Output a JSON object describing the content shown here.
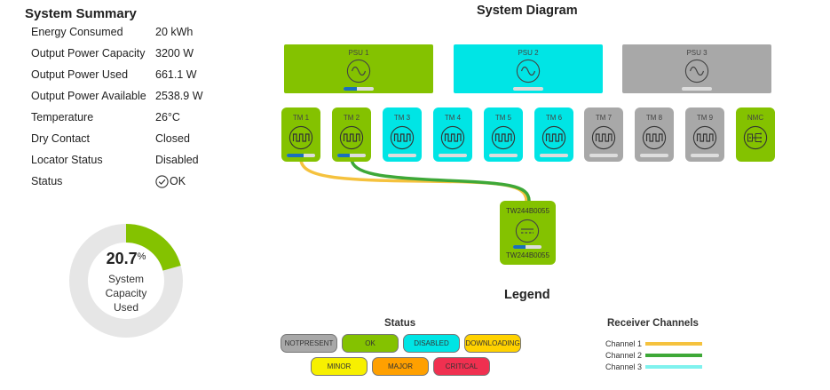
{
  "summary": {
    "title": "System Summary",
    "rows": [
      {
        "label": "Energy Consumed",
        "value": "20 kWh"
      },
      {
        "label": "Output Power Capacity",
        "value": "3200 W"
      },
      {
        "label": "Output Power Used",
        "value": "661.1 W"
      },
      {
        "label": "Output Power Available",
        "value": "2538.9 W"
      },
      {
        "label": "Temperature",
        "value": "26°C"
      },
      {
        "label": "Dry Contact",
        "value": "Closed"
      },
      {
        "label": "Locator Status",
        "value": "Disabled"
      },
      {
        "label": "Status",
        "value": "OK",
        "icon": "check-circle-icon"
      }
    ]
  },
  "capacity": {
    "value": "20.7",
    "unit": "%",
    "fraction": 0.207,
    "label_lines": [
      "System",
      "Capacity",
      "Used"
    ]
  },
  "diagram": {
    "title": "System Diagram",
    "psus": [
      {
        "label": "PSU 1",
        "status": "OK",
        "icon": "ac-sine-wave-icon",
        "load_fraction": 0.45
      },
      {
        "label": "PSU 2",
        "status": "DISABLED",
        "icon": "ac-sine-wave-icon",
        "load_fraction": 0
      },
      {
        "label": "PSU 3",
        "status": "NOTPRESENT",
        "icon": "ac-sine-wave-icon",
        "load_fraction": 0
      }
    ],
    "modules": [
      {
        "label": "TM 1",
        "status": "OK",
        "icon": "square-wave-icon",
        "load_fraction": 0.6
      },
      {
        "label": "TM 2",
        "status": "OK",
        "icon": "square-wave-icon",
        "load_fraction": 0.45
      },
      {
        "label": "TM 3",
        "status": "DISABLED",
        "icon": "square-wave-icon",
        "load_fraction": 0
      },
      {
        "label": "TM 4",
        "status": "DISABLED",
        "icon": "square-wave-icon",
        "load_fraction": 0
      },
      {
        "label": "TM 5",
        "status": "DISABLED",
        "icon": "square-wave-icon",
        "load_fraction": 0
      },
      {
        "label": "TM 6",
        "status": "DISABLED",
        "icon": "square-wave-icon",
        "load_fraction": 0
      },
      {
        "label": "TM 7",
        "status": "NOTPRESENT",
        "icon": "square-wave-icon",
        "load_fraction": 0
      },
      {
        "label": "TM 8",
        "status": "NOTPRESENT",
        "icon": "square-wave-icon",
        "load_fraction": 0
      },
      {
        "label": "TM 9",
        "status": "NOTPRESENT",
        "icon": "square-wave-icon",
        "load_fraction": 0
      },
      {
        "label": "NMC",
        "status": "OK",
        "icon": "network-hub-icon"
      }
    ],
    "receiver": {
      "label_top": "TW244B0055",
      "label_bottom": "TW244B0055",
      "status": "OK",
      "icon": "dc-output-icon",
      "load_fraction": 0.45
    }
  },
  "legend": {
    "title": "Legend",
    "status_heading": "Status",
    "statuses": [
      {
        "key": "NOTPRESENT",
        "label": "NOTPRESENT",
        "color": "#a8a8a8"
      },
      {
        "key": "OK",
        "label": "OK",
        "color": "#84c200"
      },
      {
        "key": "DISABLED",
        "label": "DISABLED",
        "color": "#00e5e5"
      },
      {
        "key": "DOWNLOADING",
        "label": "DOWNLOADING",
        "color": "#ffd200"
      },
      {
        "key": "MINOR",
        "label": "MINOR",
        "color": "#f7f000"
      },
      {
        "key": "MAJOR",
        "label": "MAJOR",
        "color": "#ffa000"
      },
      {
        "key": "CRITICAL",
        "label": "CRITICAL",
        "color": "#f03050"
      }
    ],
    "channels_heading": "Receiver Channels",
    "channels": [
      {
        "label": "Channel 1",
        "color": "#f5c23e"
      },
      {
        "label": "Channel 2",
        "color": "#3ea838"
      },
      {
        "label": "Channel 3",
        "color": "#7ff2ee"
      }
    ]
  },
  "colors": {
    "ok": "#84c200",
    "disabled": "#00e5e5",
    "notpresent": "#a8a8a8",
    "donut_track": "#e6e6e6",
    "donut_fill": "#84c200",
    "load_bar": "#1a6fbe"
  }
}
